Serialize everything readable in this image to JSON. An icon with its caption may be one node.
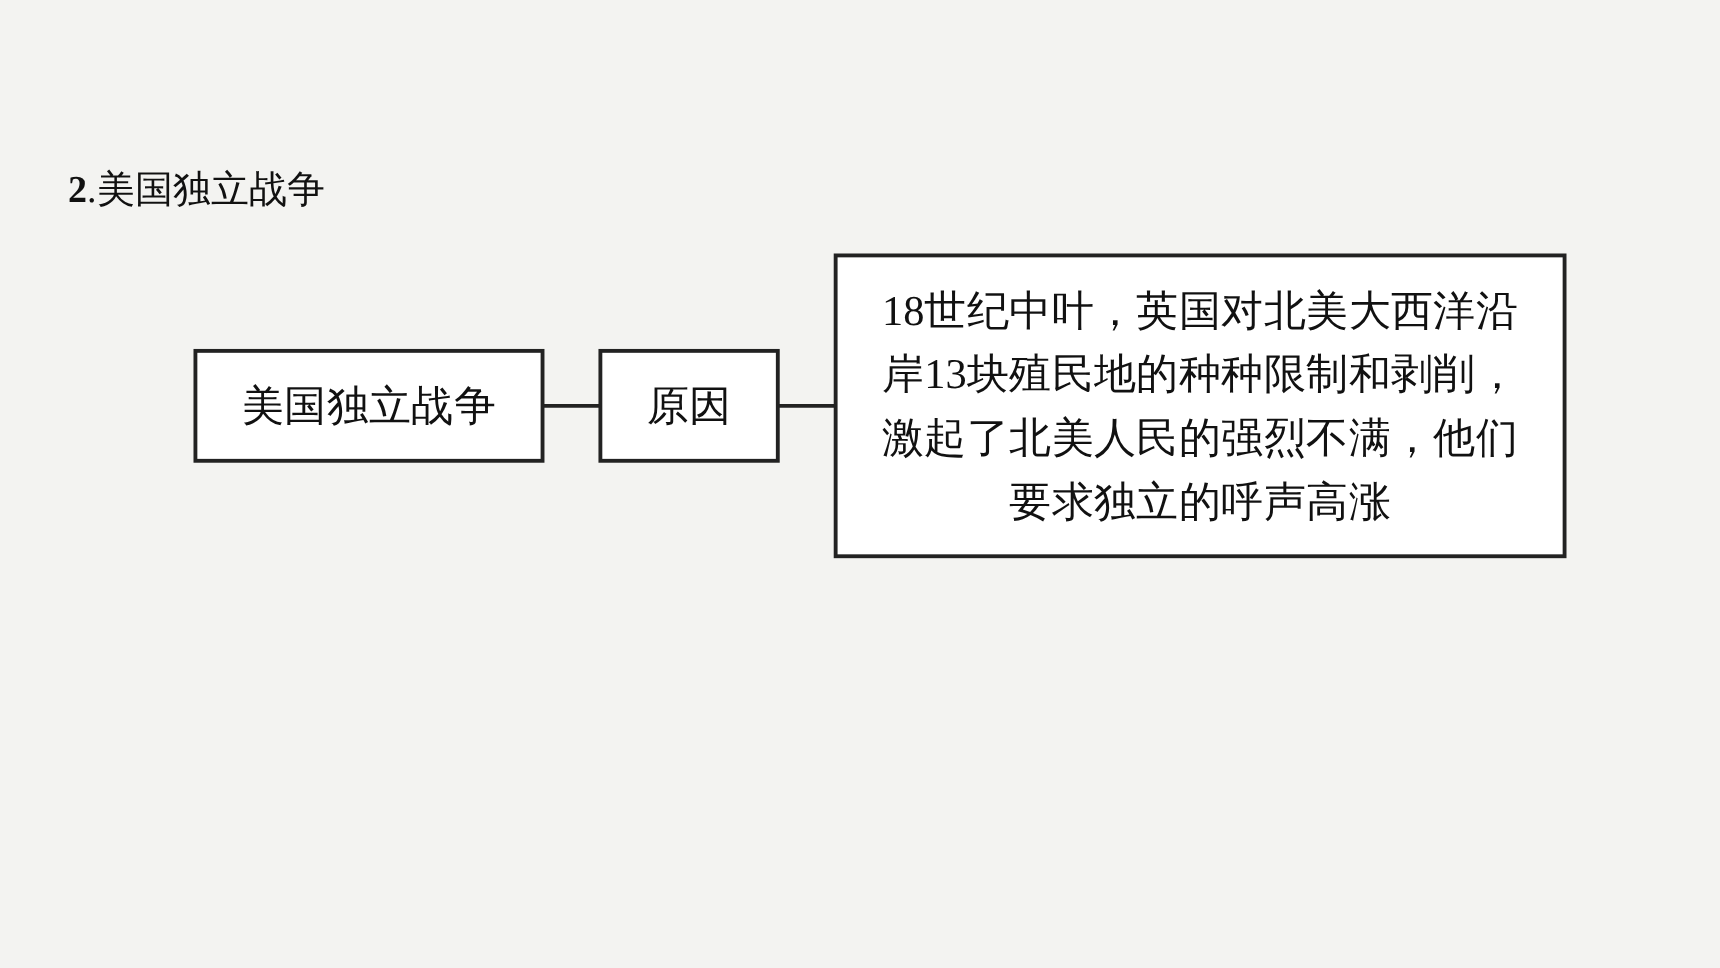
{
  "diagram": {
    "title": "**2**.美国独立战争",
    "nodes": [
      {
        "text": [
          "美国独立战争"
        ]
      },
      {
        "text": [
          "原因"
        ]
      },
      {
        "text": [
          "18世纪中叶，英国对北美大西洋沿岸13块殖民地的种种限制和剥削，激起了北美人民的强烈不满，他们要求独立的呼声高涨"
        ]
      }
    ],
    "edges": [
      {
        "from": 0,
        "to": 1,
        "arrow": "none"
      },
      {
        "from": 1,
        "to": 2,
        "arrow": "none"
      }
    ]
  }
}
